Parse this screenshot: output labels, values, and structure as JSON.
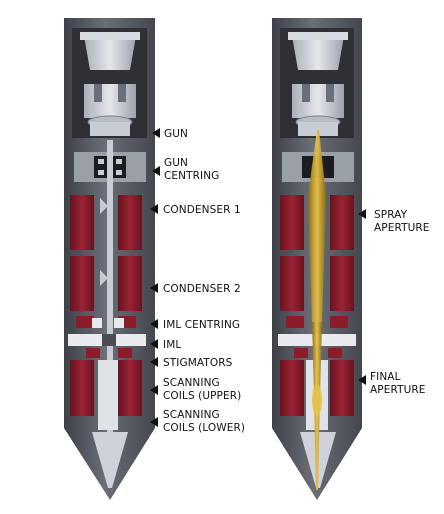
{
  "colors": {
    "housing": "#5a5e66",
    "housing_dark": "#3a3d44",
    "housing_light": "#8a8f98",
    "magnet": "#8c1c2a",
    "magnet_dark": "#5e0e18",
    "part_light": "#c8ccd4",
    "part_white": "#e8eaee",
    "beam": "#c9a227"
  },
  "labels": [
    {
      "id": "gun",
      "lines": [
        "GUN"
      ]
    },
    {
      "id": "gun-centring",
      "lines": [
        "GUN",
        "CENTRING"
      ]
    },
    {
      "id": "condenser-1",
      "lines": [
        "CONDENSER 1"
      ]
    },
    {
      "id": "condenser-2",
      "lines": [
        "CONDENSER 2"
      ]
    },
    {
      "id": "iml-centring",
      "lines": [
        "IML CENTRING"
      ]
    },
    {
      "id": "iml",
      "lines": [
        "IML"
      ]
    },
    {
      "id": "stigmators",
      "lines": [
        "STIGMATORS"
      ]
    },
    {
      "id": "scanning-coils-upper",
      "lines": [
        "SCANNING",
        "COILS (UPPER)"
      ]
    },
    {
      "id": "scanning-coils-lower",
      "lines": [
        "SCANNING",
        "COILS (LOWER)"
      ]
    },
    {
      "id": "spray-aperture",
      "lines": [
        "SPRAY",
        "APERTURE"
      ]
    },
    {
      "id": "final-aperture",
      "lines": [
        "FINAL",
        "APERTURE"
      ]
    }
  ]
}
